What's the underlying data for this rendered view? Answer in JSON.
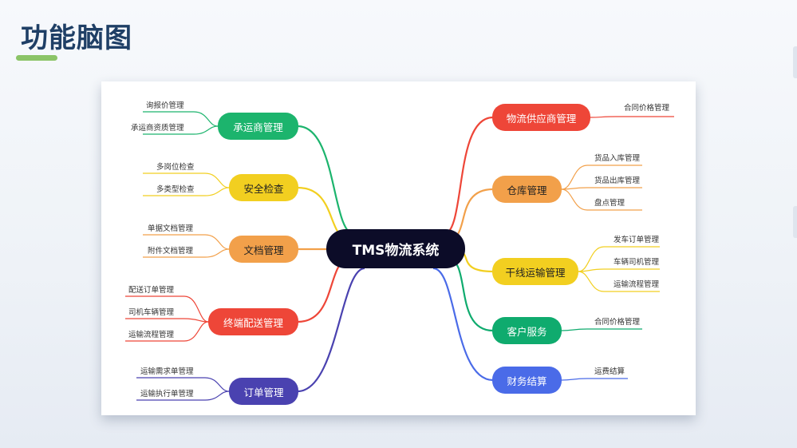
{
  "slide": {
    "title": "功能脑图"
  },
  "colors": {
    "green": "#1cb46d",
    "yellow": "#f2cf20",
    "orange": "#f2a04a",
    "red": "#ee4638",
    "indigo": "#4a42b0",
    "teal": "#0fab6e",
    "blue": "#4a6be8",
    "root": "#0c0c28"
  },
  "mindmap": {
    "root": "TMS物流系统",
    "left": [
      {
        "label": "承运商管理",
        "color": "green",
        "children": [
          "询报价管理",
          "承运商资质管理"
        ]
      },
      {
        "label": "安全检查",
        "color": "yellow",
        "children": [
          "多岗位检查",
          "多类型检查"
        ]
      },
      {
        "label": "文档管理",
        "color": "orange",
        "children": [
          "单据文档管理",
          "附件文档管理"
        ]
      },
      {
        "label": "终端配送管理",
        "color": "red",
        "children": [
          "配送订单管理",
          "司机车辆管理",
          "运输流程管理"
        ]
      },
      {
        "label": "订单管理",
        "color": "indigo",
        "children": [
          "运输需求单管理",
          "运输执行单管理"
        ]
      }
    ],
    "right": [
      {
        "label": "物流供应商管理",
        "color": "red",
        "children": [
          "合同价格管理"
        ]
      },
      {
        "label": "仓库管理",
        "color": "orange",
        "children": [
          "货品入库管理",
          "货品出库管理",
          "盘点管理"
        ]
      },
      {
        "label": "干线运输管理",
        "color": "yellow",
        "children": [
          "发车订单管理",
          "车辆司机管理",
          "运输流程管理"
        ]
      },
      {
        "label": "客户服务",
        "color": "teal",
        "children": [
          "合同价格管理"
        ]
      },
      {
        "label": "财务结算",
        "color": "blue",
        "children": [
          "运费结算"
        ]
      }
    ]
  }
}
